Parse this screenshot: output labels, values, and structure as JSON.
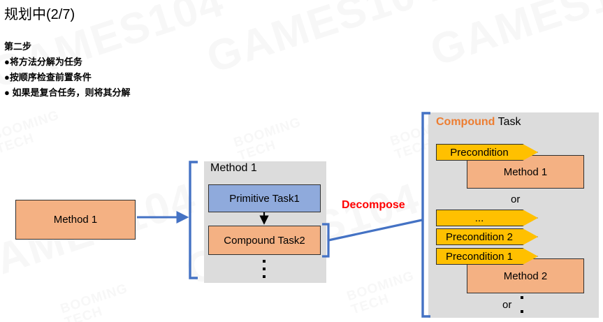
{
  "slide": {
    "title": "规划中(2/7)",
    "step_heading": "第二步",
    "bullets": [
      "●将方法分解为任务",
      "●按顺序检查前置条件",
      "● 如果是复合任务，则将其分解"
    ]
  },
  "watermark": {
    "games_text": "GAMES104",
    "booming_line1": "BOOMING",
    "booming_line2": "TECH"
  },
  "colors": {
    "salmon": "#F4B183",
    "blue": "#8FAADC",
    "yellow": "#FFC000",
    "panel_gray": "#DCDCDC",
    "connector_blue": "#4472C4",
    "decompose_red": "#FF0000",
    "compound_orange": "#ED7D31",
    "outline": "#2F2F2F"
  },
  "left": {
    "method_box_label": "Method 1"
  },
  "middle": {
    "panel_title": "Method 1",
    "primitive_task_label": "Primitive Task1",
    "compound_task_label": "Compound Task2",
    "ellipsis_glyph": "⋮"
  },
  "connector": {
    "decompose_label": "Decompose"
  },
  "right": {
    "heading_emphasis": "Compound",
    "heading_rest": " Task",
    "precondition_top": "Precondition",
    "method_1_label": "Method 1",
    "or_1": "or",
    "precondition_dots": "...",
    "precondition_2": "Precondition 2",
    "precondition_1": "Precondition 1",
    "method_2_label": "Method 2",
    "or_2": "or",
    "ellipsis_glyph": "⋮"
  }
}
